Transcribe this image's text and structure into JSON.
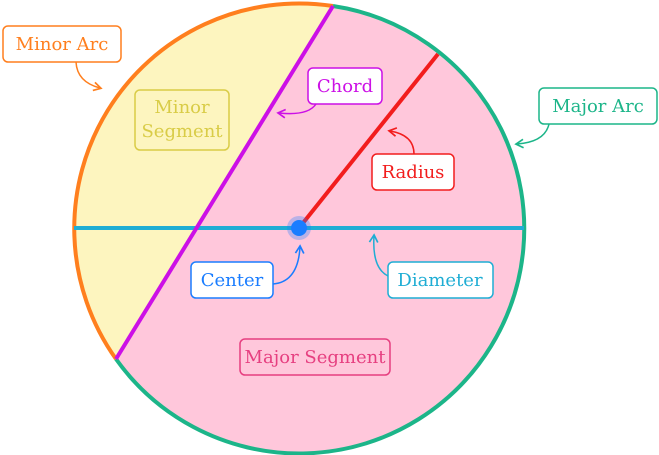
{
  "labels": {
    "minor_arc": "Minor Arc",
    "minor_segment_line1": "Minor",
    "minor_segment_line2": "Segment",
    "chord": "Chord",
    "major_arc": "Major Arc",
    "radius": "Radius",
    "center": "Center",
    "diameter": "Diameter",
    "major_segment": "Major Segment"
  },
  "colors": {
    "major_segment_fill": "#FFC7DB",
    "minor_segment_fill": "#FDF5BF",
    "minor_arc": "#FF7F1E",
    "major_arc": "#1CB589",
    "chord": "#CC10E6",
    "radius": "#F21D1D",
    "diameter": "#1FADD4",
    "center": "#1A7DFF",
    "minor_segment_label": "#D9CC47",
    "major_segment_label": "#E63F80"
  }
}
